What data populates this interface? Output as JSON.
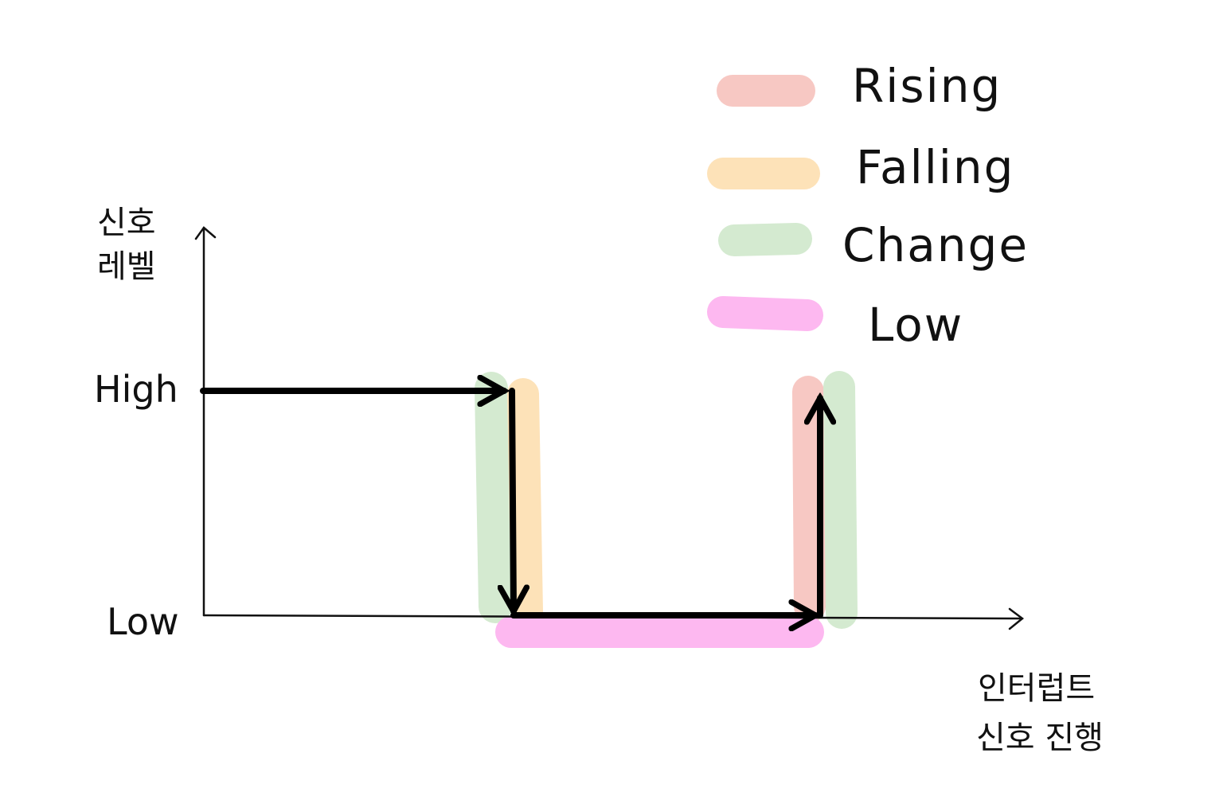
{
  "legend": {
    "items": [
      {
        "label": "Rising",
        "color": "#f7c8c3"
      },
      {
        "label": "Falling",
        "color": "#fde2b8"
      },
      {
        "label": "Change",
        "color": "#d4ead0"
      },
      {
        "label": "Low",
        "color": "#fdb8f0"
      }
    ]
  },
  "axes": {
    "y_label_line1": "신호",
    "y_label_line2": "레벨",
    "x_label_line1": "인터럽트",
    "x_label_line2": "신호 진행",
    "y_high": "High",
    "y_low": "Low"
  },
  "colors": {
    "signal": "#000000",
    "axis": "#111111",
    "rising": "#f7c8c3",
    "falling": "#fde2b8",
    "change": "#d4ead0",
    "low": "#fdb8f0"
  }
}
